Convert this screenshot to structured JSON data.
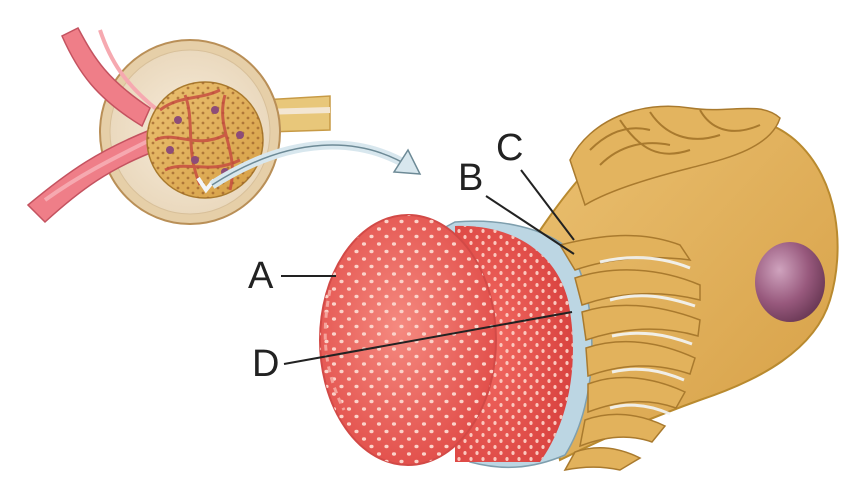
{
  "labels": {
    "a": "A",
    "b": "B",
    "c": "C",
    "d": "D"
  },
  "colors": {
    "capillary": "#ee5a5a",
    "capillary_dark": "#d8403f",
    "pore": "#fbd0c8",
    "basement_membrane": "#bcd6e3",
    "podocyte": "#e0b15a",
    "podocyte_edge": "#b98a2f",
    "nucleus": "#9b5c7f",
    "capsule": "#f3e6d2",
    "arteriole": "#f07a86"
  }
}
